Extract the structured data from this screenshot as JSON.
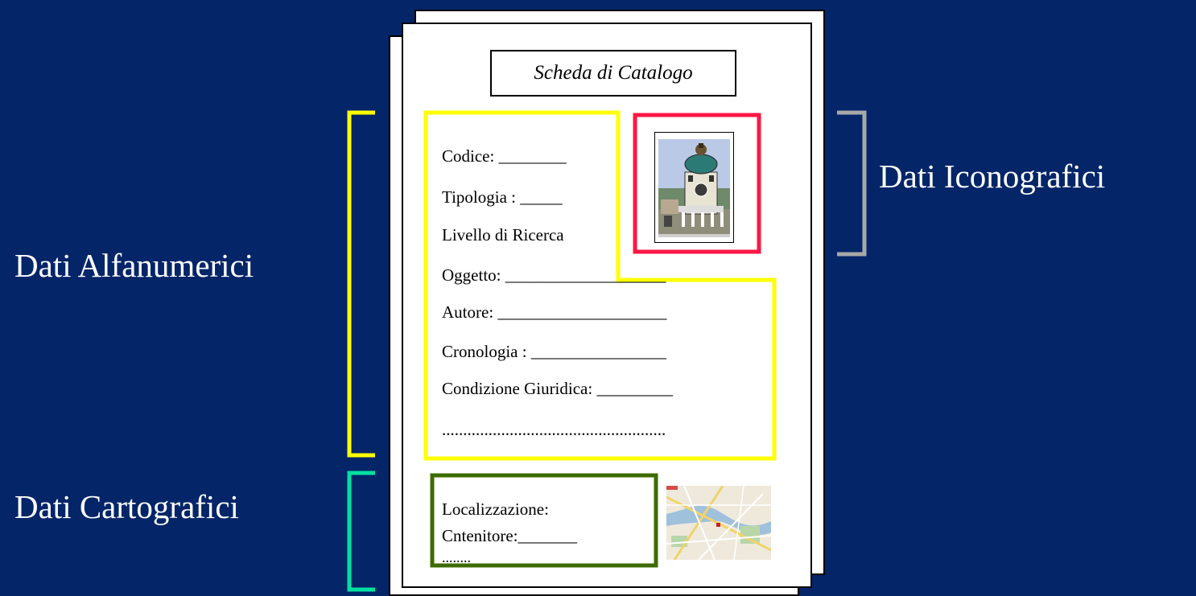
{
  "labels": {
    "alfanumerici": "Dati Alfanumerici",
    "iconografici": "Dati Iconografici",
    "cartografici": "Dati Cartografici"
  },
  "card": {
    "title": "Scheda di Catalogo",
    "fields": [
      "Codice: ________",
      "Tipologia :  _____",
      "Livello di Ricerca",
      "Oggetto: ___________________",
      "Autore: ____________________",
      "Cronologia : ________________",
      "Condizione Giuridica: _________",
      "....................................................."
    ],
    "location_fields": [
      "Localizzazione:",
      "Cntenitore:_______",
      "........"
    ]
  },
  "colors": {
    "background": "#042568",
    "alfanumerici_bracket": "#ffff00",
    "iconografici_bracket": "#a8a8a8",
    "cartografici_bracket": "#00e0a0",
    "image_box": "#ff1744",
    "location_box": "#3d6b00"
  },
  "icons": [
    "building-thumbnail-icon",
    "city-map-thumbnail-icon"
  ]
}
